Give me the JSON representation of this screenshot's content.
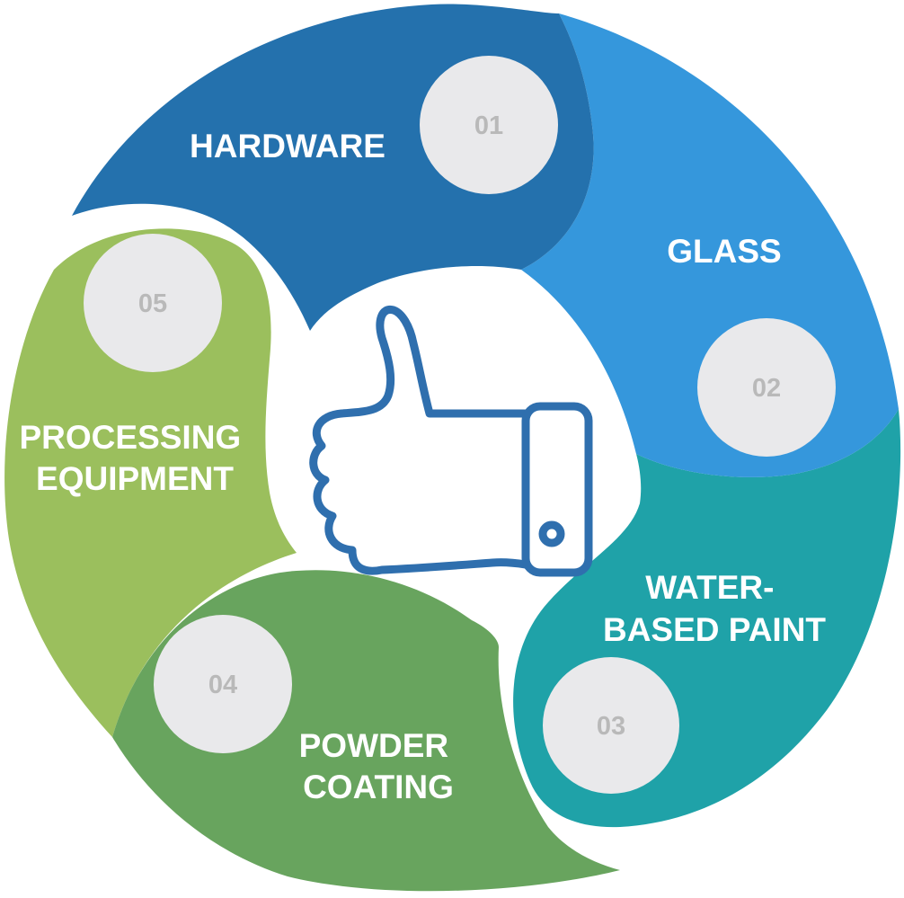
{
  "segments": [
    {
      "number": "01",
      "lines": [
        "HARDWARE"
      ],
      "color": "#2471ad"
    },
    {
      "number": "02",
      "lines": [
        "GLASS"
      ],
      "color": "#3597dc"
    },
    {
      "number": "03",
      "lines": [
        "WATER-",
        "BASED PAINT"
      ],
      "color": "#1fa2a8"
    },
    {
      "number": "04",
      "lines": [
        "POWDER",
        "COATING"
      ],
      "color": "#68a45e"
    },
    {
      "number": "05",
      "lines": [
        "PROCESSING",
        "EQUIPMENT"
      ],
      "color": "#9bbf5d"
    }
  ],
  "center_icon": {
    "name": "thumbs-up-icon",
    "color": "#2f6fae"
  }
}
